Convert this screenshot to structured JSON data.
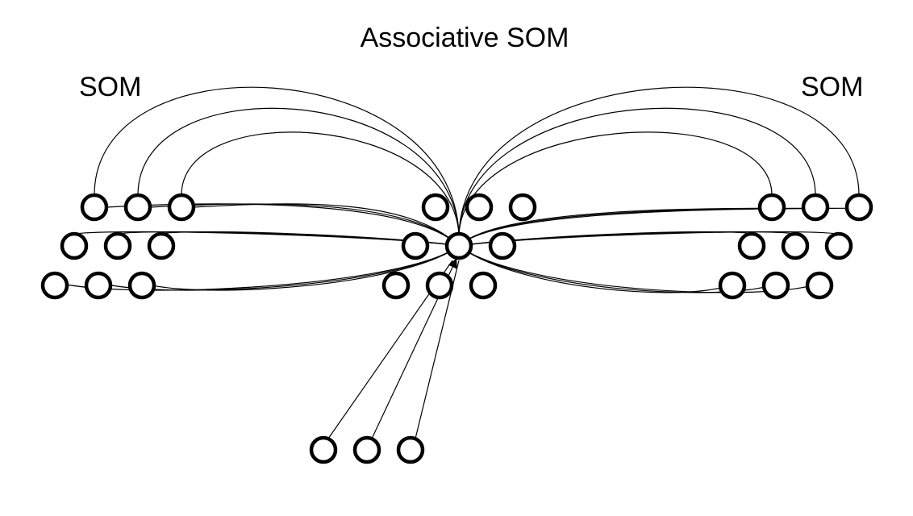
{
  "diagram": {
    "title": "Associative SOM",
    "left_som_label": "SOM",
    "right_som_label": "SOM"
  },
  "colors": {
    "stroke": "#000000",
    "background": "#ffffff"
  }
}
